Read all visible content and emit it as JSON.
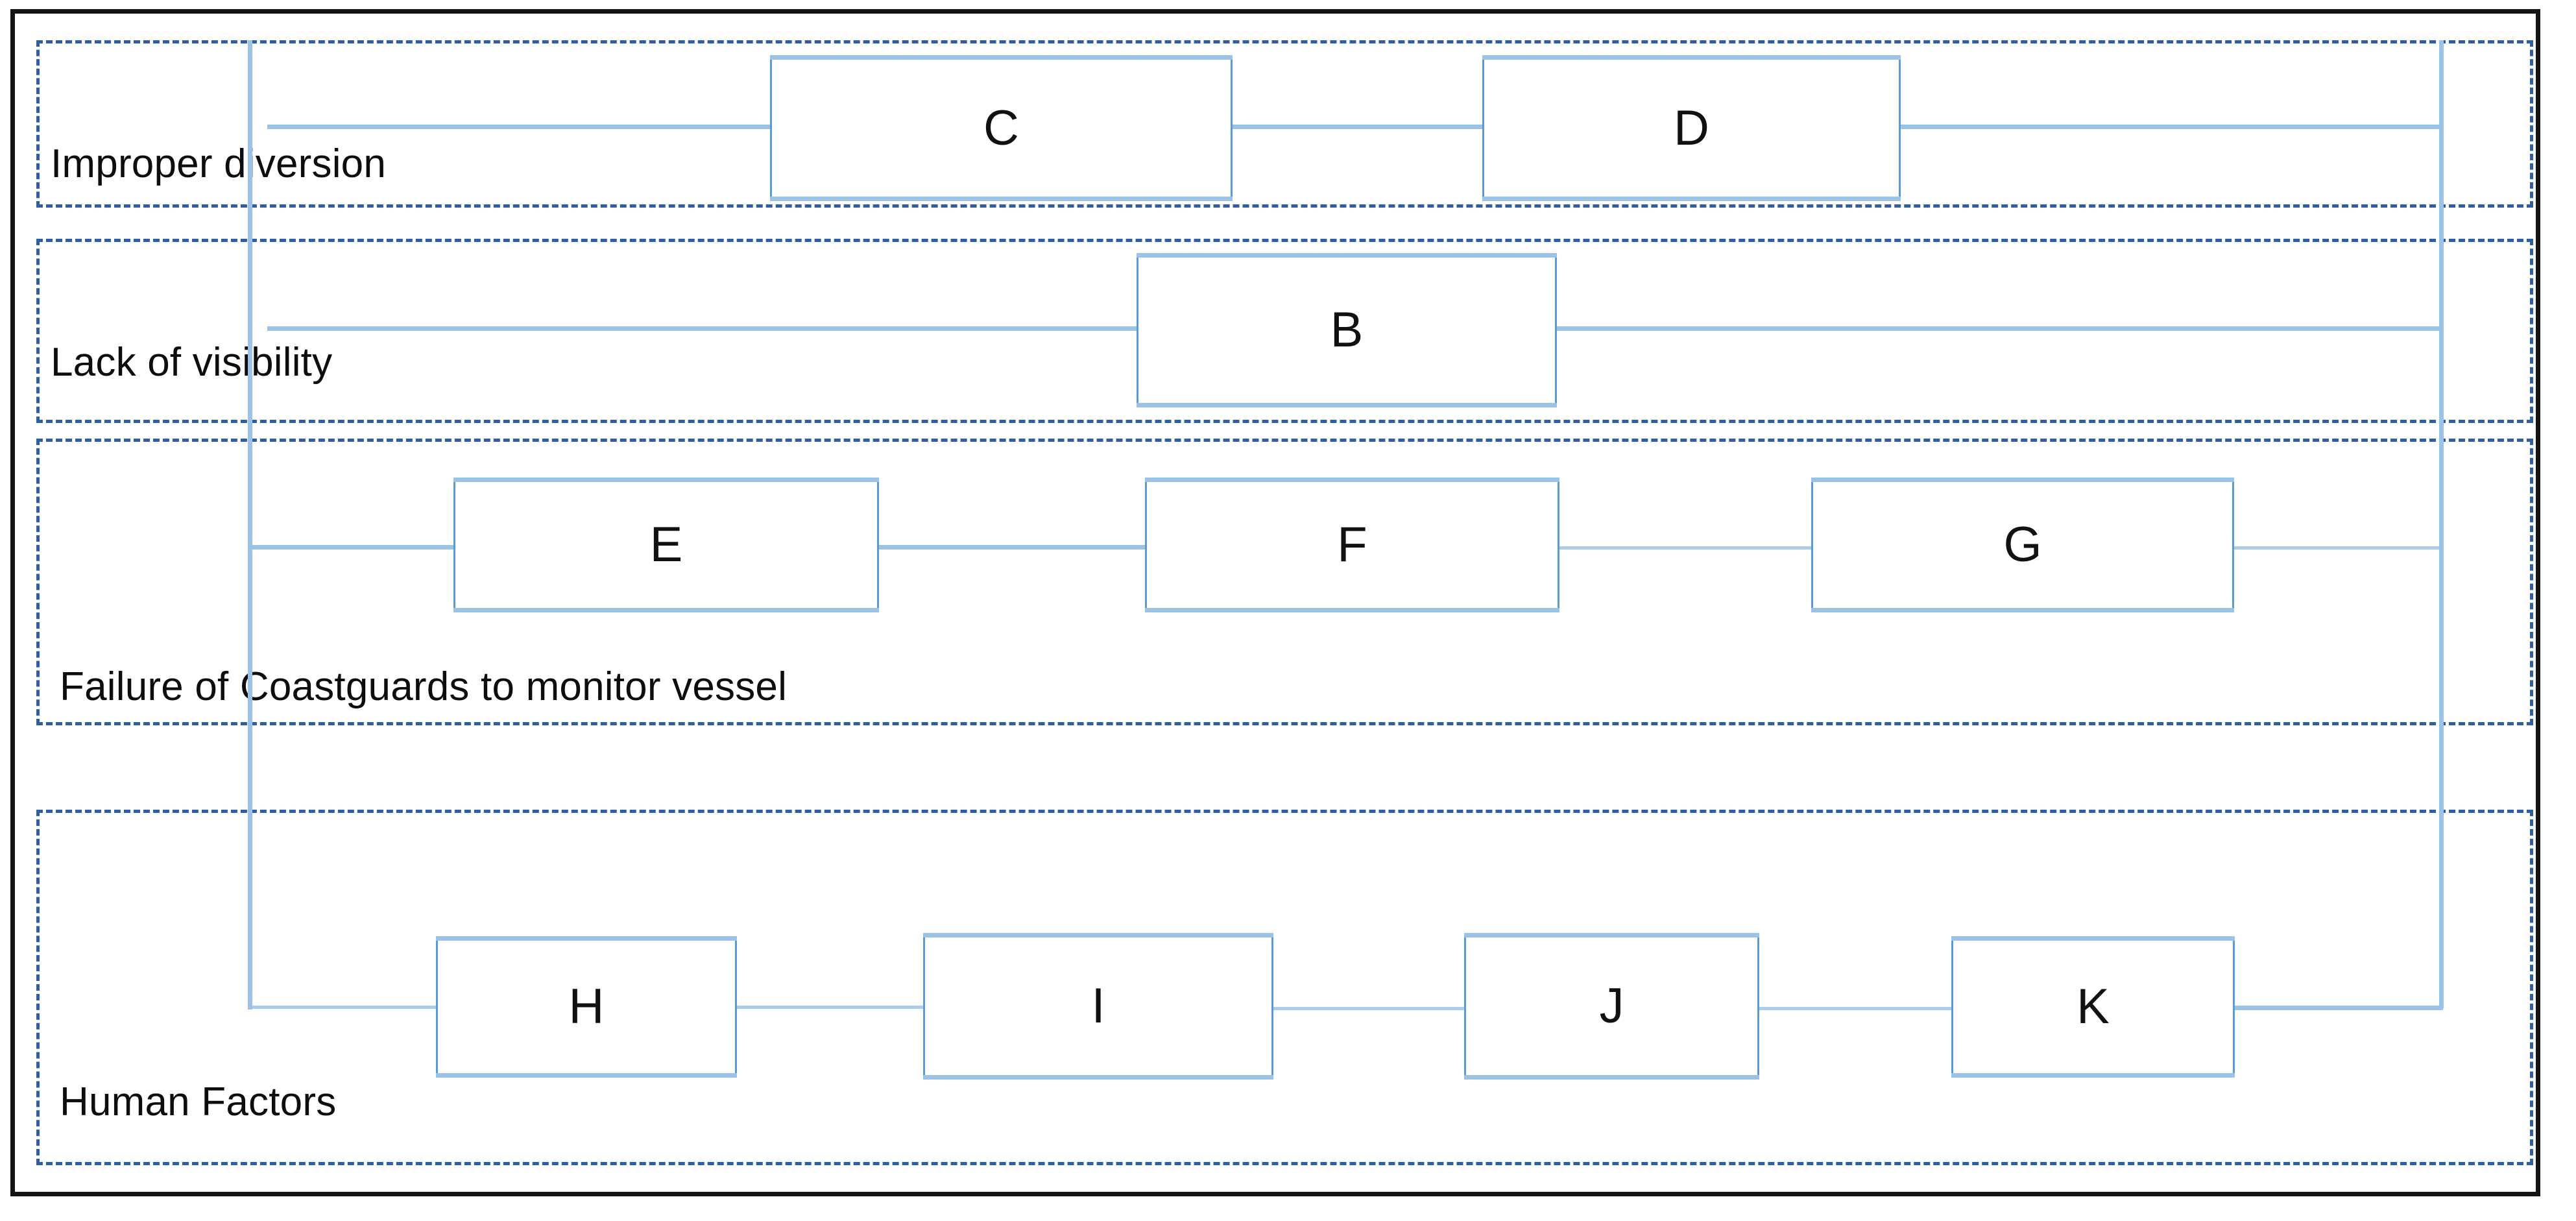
{
  "diagram": {
    "title": "Swimlane causal factor chain",
    "accent_color": "#5b9bd5",
    "lane_border_color": "#2e5fa3",
    "connector_color": "#9cc3e5",
    "frame_color": "#141414",
    "lanes": [
      {
        "id": "lane-improper-diversion",
        "label": "Improper diversion",
        "nodes": [
          {
            "id": "node-c",
            "label": "C"
          },
          {
            "id": "node-d",
            "label": "D"
          }
        ]
      },
      {
        "id": "lane-lack-of-visibility",
        "label": "Lack of visibility",
        "nodes": [
          {
            "id": "node-b",
            "label": "B"
          }
        ]
      },
      {
        "id": "lane-failure-of-coastguards",
        "label": "Failure of Coastguards to monitor vessel",
        "nodes": [
          {
            "id": "node-e",
            "label": "E"
          },
          {
            "id": "node-f",
            "label": "F"
          },
          {
            "id": "node-g",
            "label": "G"
          }
        ]
      },
      {
        "id": "lane-human-factors",
        "label": "Human Factors",
        "nodes": [
          {
            "id": "node-h",
            "label": "H"
          },
          {
            "id": "node-i",
            "label": "I"
          },
          {
            "id": "node-j",
            "label": "J"
          },
          {
            "id": "node-k",
            "label": "K"
          }
        ]
      }
    ]
  }
}
